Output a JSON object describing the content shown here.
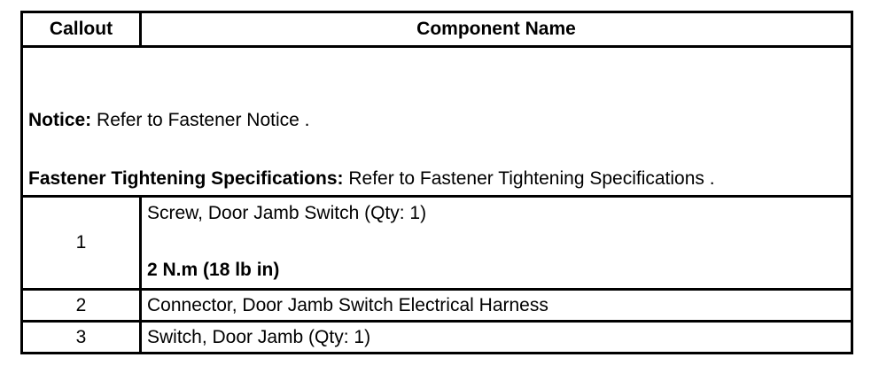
{
  "table": {
    "headers": {
      "callout": "Callout",
      "component": "Component Name"
    },
    "notice": {
      "notice_label": "Notice:",
      "notice_text": "Refer to Fastener Notice .",
      "fastener_label": "Fastener Tightening Specifications:",
      "fastener_text": "Refer to Fastener Tightening Specifications ."
    },
    "rows": [
      {
        "callout": "1",
        "name": "Screw, Door Jamb Switch (Qty: 1)",
        "torque": "2 N.m (18 lb in)"
      },
      {
        "callout": "2",
        "name": "Connector, Door Jamb Switch Electrical Harness"
      },
      {
        "callout": "3",
        "name": "Switch, Door Jamb (Qty: 1)"
      }
    ]
  }
}
